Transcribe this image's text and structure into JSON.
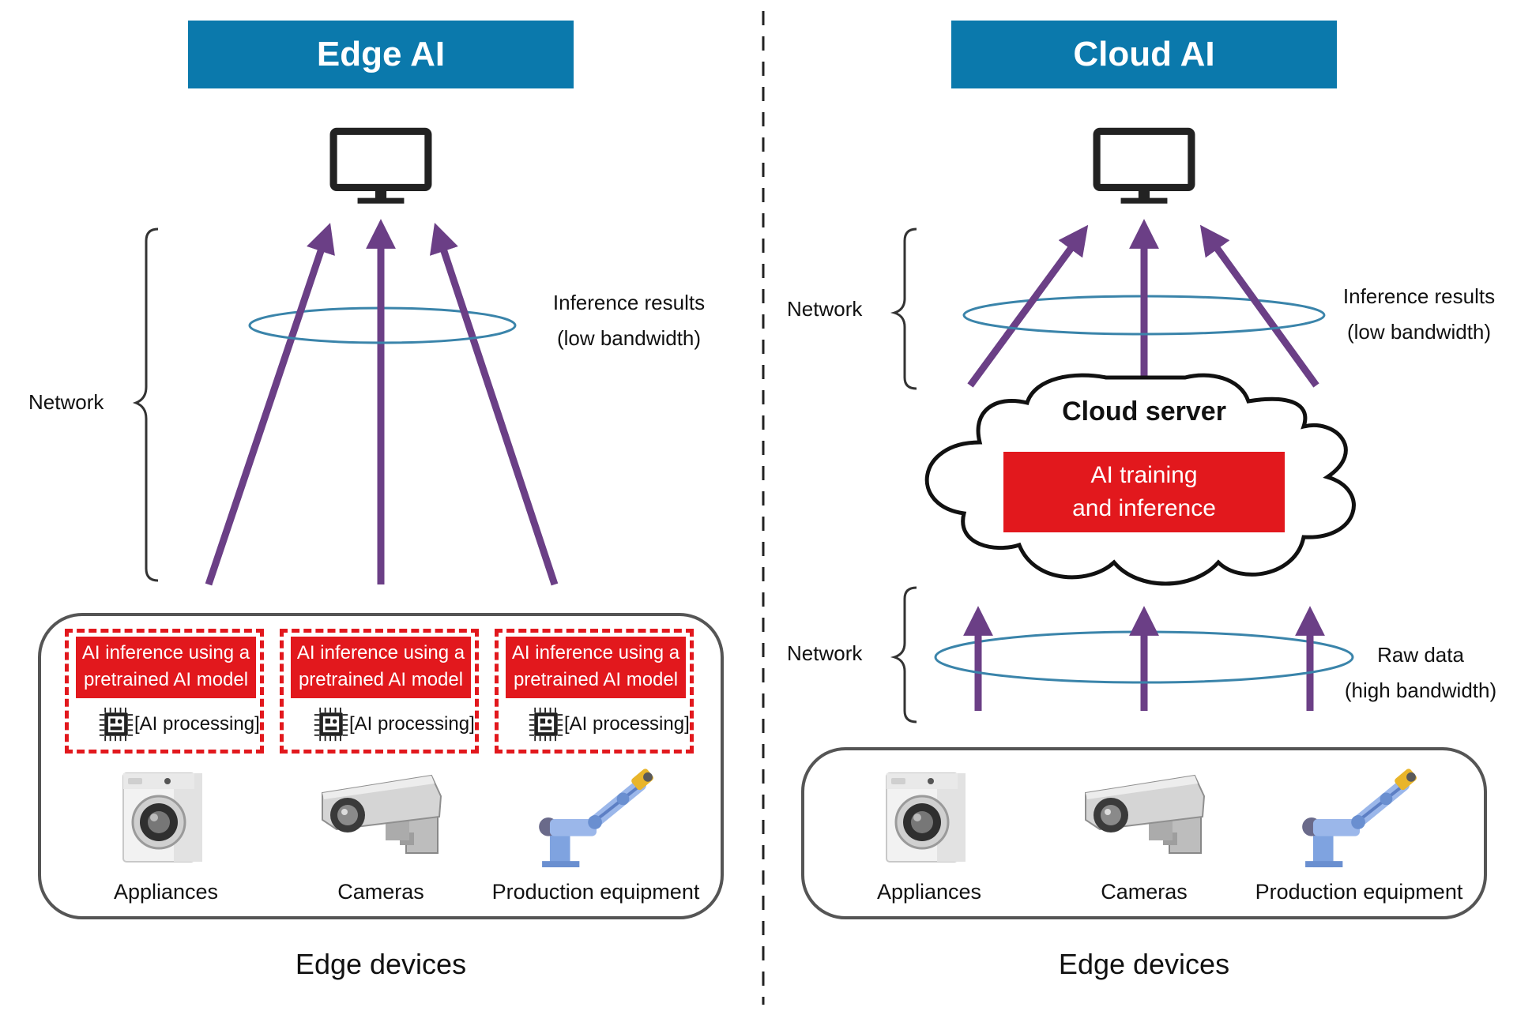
{
  "edge": {
    "title": "Edge AI",
    "network_label": "Network",
    "results_line1": "Inference results",
    "results_line2": "(low bandwidth)",
    "devices_caption": "Edge devices",
    "inference_boxes": [
      {
        "line1": "AI inference using a",
        "line2": "pretrained AI model",
        "chip_label": "[AI processing]"
      },
      {
        "line1": "AI inference using a",
        "line2": "pretrained AI model",
        "chip_label": "[AI processing]"
      },
      {
        "line1": "AI inference using a",
        "line2": "pretrained AI model",
        "chip_label": "[AI processing]"
      }
    ],
    "devices": [
      {
        "label": "Appliances",
        "icon": "washing-machine-icon"
      },
      {
        "label": "Cameras",
        "icon": "security-camera-icon"
      },
      {
        "label": "Production equipment",
        "icon": "robot-arm-icon"
      }
    ]
  },
  "cloud": {
    "title": "Cloud AI",
    "network_label_top": "Network",
    "network_label_bottom": "Network",
    "results_line1": "Inference results",
    "results_line2": "(low bandwidth)",
    "server_label": "Cloud server",
    "server_box_line1": "AI training",
    "server_box_line2": "and inference",
    "raw_line1": "Raw data",
    "raw_line2": "(high bandwidth)",
    "devices_caption": "Edge devices",
    "devices": [
      {
        "label": "Appliances",
        "icon": "washing-machine-icon"
      },
      {
        "label": "Cameras",
        "icon": "security-camera-icon"
      },
      {
        "label": "Production equipment",
        "icon": "robot-arm-icon"
      }
    ]
  },
  "colors": {
    "banner": "#0b79ac",
    "arrow": "#6b3f86",
    "ring": "#3a84aa",
    "red": "#e2181d"
  }
}
